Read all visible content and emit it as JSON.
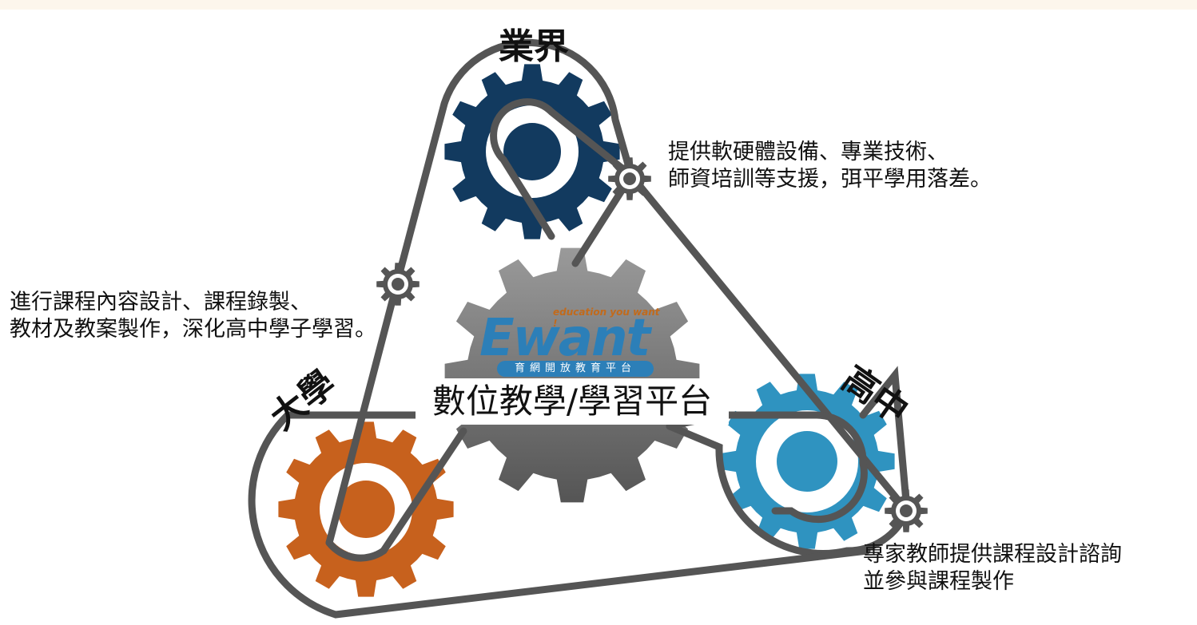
{
  "colors": {
    "top_bar": "#fdf6ec",
    "belt": "#555555",
    "gear_industry": "#123a5f",
    "gear_university": "#c7611d",
    "gear_highschool": "#2f93c0",
    "gear_center": "#7a7a7a",
    "logo_blue": "#2c7fb8",
    "logo_orange": "#c26a1b"
  },
  "gears": {
    "industry": {
      "title": "業界",
      "icon": "gear-icon"
    },
    "university": {
      "title": "大學",
      "icon": "gear-icon"
    },
    "highschool": {
      "title": "高中",
      "icon": "gear-icon"
    },
    "center": {
      "title": "數位教學/學習平台",
      "icon": "gear-icon"
    }
  },
  "logo": {
    "main": "Ewant",
    "tagline": "education you want !",
    "subtitle": "育網開放教育平台"
  },
  "descriptions": {
    "industry": [
      "提供軟硬體設備、專業技術、",
      "師資培訓等支援，弭平學用落差。"
    ],
    "university": [
      "進行課程內容設計、課程錄製、",
      "教材及教案製作，深化高中學子學習。"
    ],
    "highschool": [
      "專家教師提供課程設計諮詢",
      "並參與課程製作"
    ]
  }
}
